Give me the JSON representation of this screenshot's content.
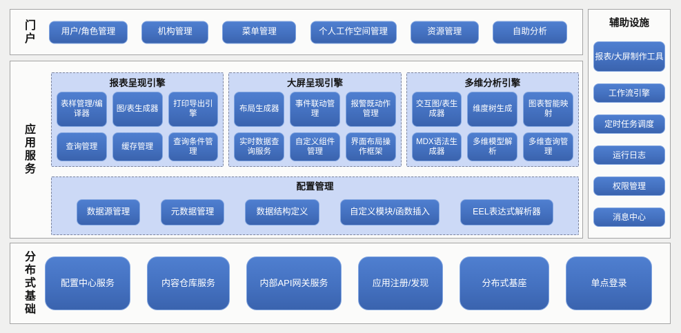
{
  "portal": {
    "label": "门户",
    "items": [
      "用户/角色管理",
      "机构管理",
      "菜单管理",
      "个人工作空间管理",
      "资源管理",
      "自助分析"
    ]
  },
  "app_services": {
    "label": "应用服务",
    "engines": [
      {
        "title": "报表呈现引擎",
        "items": [
          "表样管理/编译器",
          "图/表生成器",
          "打印导出引擎",
          "查询管理",
          "缓存管理",
          "查询条件管理"
        ]
      },
      {
        "title": "大屏呈现引擎",
        "items": [
          "布局生成器",
          "事件联动管理",
          "报警既动作管理",
          "实时数据查询服务",
          "自定义组件管理",
          "界面布局操作框架"
        ]
      },
      {
        "title": "多维分析引擎",
        "items": [
          "交互图/表生成器",
          "维度树生成",
          "图表智能映射",
          "MDX语法生成器",
          "多维模型解析",
          "多维查询管理"
        ]
      }
    ],
    "config": {
      "title": "配置管理",
      "items": [
        "数据源管理",
        "元数据管理",
        "数据结构定义",
        "自定义模块/函数插入",
        "EEL表达式解析器"
      ]
    }
  },
  "distributed": {
    "label": "分布式基础",
    "items": [
      "配置中心服务",
      "内容仓库服务",
      "内部API网关服务",
      "应用注册/发现",
      "分布式基座",
      "单点登录"
    ]
  },
  "auxiliary": {
    "label": "辅助设施",
    "items": [
      "报表/大屏制作工具",
      "工作流引擎",
      "定时任务调度",
      "运行日志",
      "权限管理",
      "消息中心"
    ]
  },
  "colors": {
    "button_blue": "#4471c0",
    "button_border": "#83a6e0",
    "panel_fill": "#ccd9f6",
    "panel_border": "#79829d",
    "section_border": "#a3a3a3",
    "background": "#f0f0ef",
    "button_text": "#ffffff"
  }
}
